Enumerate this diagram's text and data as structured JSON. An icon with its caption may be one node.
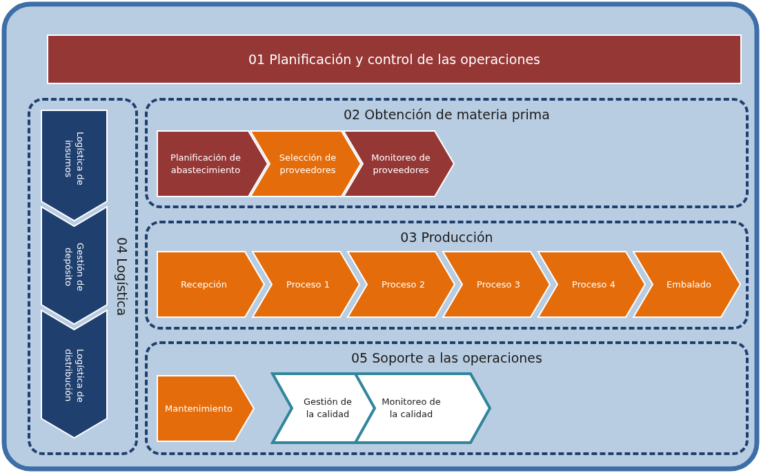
{
  "diagram": {
    "nodes": [
      {
        "text": [
          "01 Planificación y control de las operaciones"
        ]
      },
      {
        "text": [
          "04 Logística"
        ]
      },
      {
        "text": [
          "Logística de insumos"
        ],
        "in": 1
      },
      {
        "text": [
          "Gestión de depósito"
        ],
        "in": 1
      },
      {
        "text": [
          "Logística de distribución"
        ],
        "in": 1
      },
      {
        "text": [
          "02 Obtención de materia prima"
        ]
      },
      {
        "text": [
          "Planificación de abastecimiento"
        ],
        "in": 5
      },
      {
        "text": [
          "Selección de proveedores"
        ],
        "in": 5
      },
      {
        "text": [
          "Monitoreo de proveedores"
        ],
        "in": 5
      },
      {
        "text": [
          "03 Producción"
        ]
      },
      {
        "text": [
          "Recepción"
        ],
        "in": 9
      },
      {
        "text": [
          "Proceso 1"
        ],
        "in": 9
      },
      {
        "text": [
          "Proceso 2"
        ],
        "in": 9
      },
      {
        "text": [
          "Proceso 3"
        ],
        "in": 9
      },
      {
        "text": [
          "Proceso 4"
        ],
        "in": 9
      },
      {
        "text": [
          "Embalado"
        ],
        "in": 9
      },
      {
        "text": [
          "05 Soporte a las operaciones"
        ]
      },
      {
        "text": [
          "Mantenimiento"
        ],
        "in": 16
      },
      {
        "text": [
          "Gestión de la calidad"
        ],
        "in": 16
      },
      {
        "text": [
          "Monitoreo de la calidad"
        ],
        "in": 16
      }
    ]
  }
}
